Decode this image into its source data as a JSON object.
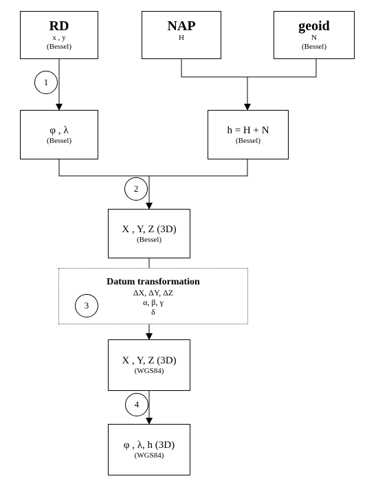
{
  "boxes": {
    "rd": {
      "title": "RD",
      "line1": "x , y",
      "line2": "(Bessel)"
    },
    "nap": {
      "title": "NAP",
      "line1": "H"
    },
    "geoid": {
      "title": "geoid",
      "line1": "N",
      "line2": "(Bessel)"
    },
    "philambda": {
      "line1": "φ , λ",
      "line2": "(Bessel)"
    },
    "height": {
      "line1": "h = H + N",
      "line2": "(Bessel)"
    },
    "xyz_bessel": {
      "line1": "X , Y, Z (3D)",
      "line2": "(Bessel)"
    },
    "datum": {
      "title": "Datum transformation",
      "line1": "ΔX, ΔY, ΔZ",
      "line2": "α, β, γ",
      "line3": "δ"
    },
    "xyz_wgs84": {
      "line1": "X , Y, Z (3D)",
      "line2": "(WGS84)"
    },
    "final": {
      "line1": "φ , λ, h (3D)",
      "line2": "(WGS84)"
    }
  },
  "steps": [
    "1",
    "2",
    "3",
    "4"
  ]
}
